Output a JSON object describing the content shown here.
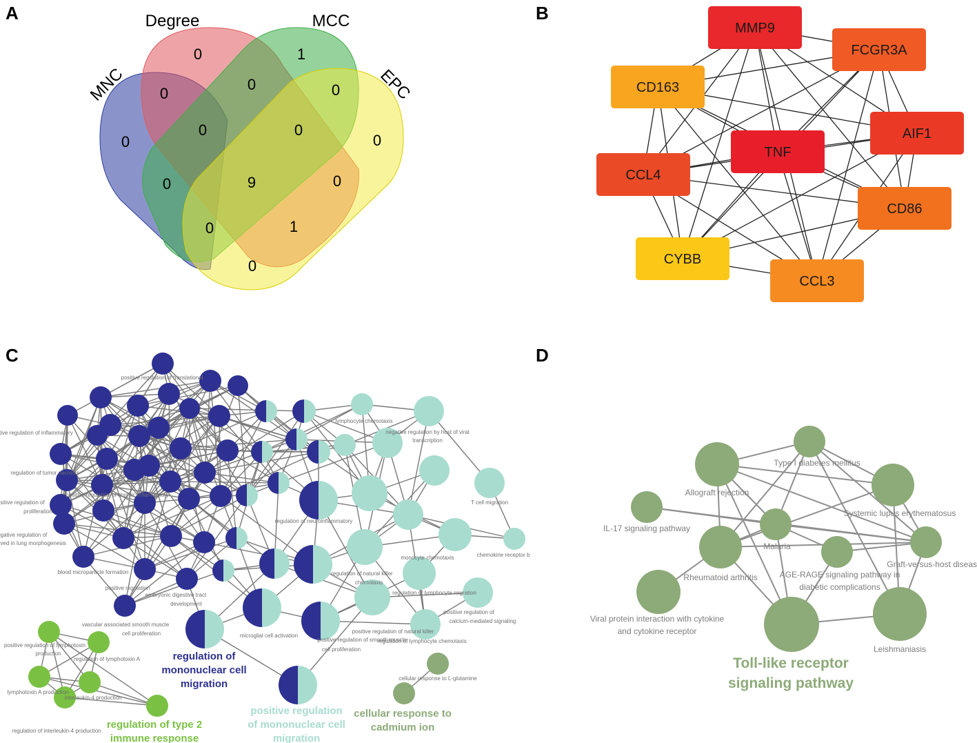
{
  "panel_labels": {
    "a": "A",
    "b": "B",
    "c": "C",
    "d": "D"
  },
  "venn": {
    "sets": [
      "Degree",
      "MCC",
      "MNC",
      "EPC"
    ],
    "set_colors": {
      "Degree": "#e05a5e",
      "MCC": "#3fae4a",
      "MNC": "#2b3d9e",
      "EPC": "#f2ea3a"
    },
    "regions": [
      {
        "sets": "Degree",
        "count": "0"
      },
      {
        "sets": "MCC",
        "count": "1"
      },
      {
        "sets": "MNC & Degree",
        "count": "0"
      },
      {
        "sets": "Degree & MCC",
        "count": "0"
      },
      {
        "sets": "MCC & EPC",
        "count": "0"
      },
      {
        "sets": "MNC",
        "count": "0"
      },
      {
        "sets": "MNC & Degree & MCC",
        "count": "0"
      },
      {
        "sets": "Degree & MCC & EPC",
        "count": "0"
      },
      {
        "sets": "EPC",
        "count": "0"
      },
      {
        "sets": "MNC & MCC",
        "count": "0"
      },
      {
        "sets": "All four",
        "count": "9"
      },
      {
        "sets": "Degree & EPC",
        "count": "0"
      },
      {
        "sets": "MNC & MCC & EPC",
        "count": "0"
      },
      {
        "sets": "MNC & Degree & EPC",
        "count": "1"
      },
      {
        "sets": "MNC & EPC",
        "count": "0"
      }
    ]
  },
  "ppi_network": {
    "nodes": [
      {
        "id": "MMP9",
        "color": "#e8282a"
      },
      {
        "id": "FCGR3A",
        "color": "#ef5a25"
      },
      {
        "id": "CD163",
        "color": "#f9a51f"
      },
      {
        "id": "AIF1",
        "color": "#ea3a26"
      },
      {
        "id": "TNF",
        "color": "#e81f2a"
      },
      {
        "id": "CCL4",
        "color": "#ea4a26"
      },
      {
        "id": "CD86",
        "color": "#f1711f"
      },
      {
        "id": "CYBB",
        "color": "#fcc817"
      },
      {
        "id": "CCL3",
        "color": "#f68b21"
      }
    ]
  },
  "go_network": {
    "colors": {
      "dark_blue": "#2e3192",
      "teal": "#a8dccf",
      "light_green": "#7ac143",
      "olive": "#8daa79"
    },
    "group_labels": [
      {
        "id": "mono",
        "text": [
          "regulation of",
          "mononuclear cell",
          "migration"
        ],
        "color": "#2e3192"
      },
      {
        "id": "posmono",
        "text": [
          "positive regulation",
          "of mononuclear cell",
          "migration"
        ],
        "color": "#a8dccf"
      },
      {
        "id": "cadmium",
        "text": [
          "cellular response to",
          "cadmium ion"
        ],
        "color": "#8daa79"
      },
      {
        "id": "type2",
        "text": [
          "regulation of type 2",
          "immune response"
        ],
        "color": "#7ac143"
      }
    ],
    "small_labels": [
      "positive regulation of translational",
      "positive regulation of inflammatory",
      "positive regulation of chronic inflammatory",
      "regulation of tumor necrosis",
      "positive regulation of",
      "proliferation",
      "negative regulation of",
      "involved in lung morphogenesis",
      "blood microparticle formation",
      "positive regulation",
      "embryonic digestive tract",
      "development",
      "vascular associated smooth muscle",
      "cell proliferation",
      "positive regulation of lymphotoxin",
      "production",
      "regulation of lymphotoxin A",
      "lymphotoxin A production",
      "interleukin-4 production",
      "regulation of interleukin-4 production",
      "lymphocyte chemotaxis",
      "negative regulation by host of viral",
      "transcription",
      "microglial cell activation",
      "positive regulation of natural killer",
      "regulation of lymphocyte chemotaxis",
      "positive regulation of smooth muscle",
      "cell proliferation",
      "regulation of lymphocyte migration",
      "positive regulation of",
      "calcium-mediated signaling",
      "chemokine receptor b",
      "cellular response to L-glutamine",
      "regulation of natural killer",
      "chemotaxis",
      "monocyte chemotaxis",
      "regulation of neuroinflammatory",
      "T cell migration"
    ]
  },
  "kegg_network": {
    "node_color": "#8daa79",
    "nodes": [
      {
        "id": "allograft",
        "label": "Allograft rejection"
      },
      {
        "id": "t1d",
        "label": "Type I diabetes mellitus"
      },
      {
        "id": "sle",
        "label": "Systemic lupus erythematosus"
      },
      {
        "id": "il17",
        "label": "IL-17 signaling pathway"
      },
      {
        "id": "malaria",
        "label": "Malaria"
      },
      {
        "id": "ra",
        "label": "Rheumatoid arthritis"
      },
      {
        "id": "age",
        "label": [
          "AGE-RAGE signaling pathway in",
          "diabetic complications"
        ]
      },
      {
        "id": "gvhd",
        "label": "Graft-versus-host disease"
      },
      {
        "id": "viral",
        "label": [
          "Viral protein interaction with cytokine",
          "and cytokine receptor"
        ]
      },
      {
        "id": "tlr",
        "label": ""
      },
      {
        "id": "leish",
        "label": "Leishmaniasis"
      }
    ],
    "highlight": [
      "Toll-like receptor",
      "signaling pathway"
    ]
  }
}
